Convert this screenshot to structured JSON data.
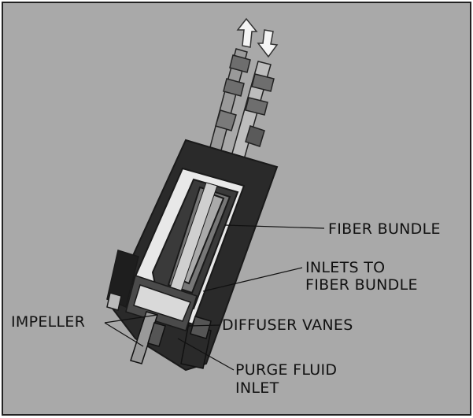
{
  "figure": {
    "background_color": "#a9a9a9",
    "frame_color": "#222222",
    "device_dark": "#2a2a2a",
    "device_light": "#e8e8e8",
    "arrow_outlet_icon": "arrow-up-outline",
    "arrow_inlet_icon": "arrow-down-outline"
  },
  "labels": {
    "fiber_bundle": "FIBER BUNDLE",
    "inlets_line1": "INLETS TO",
    "inlets_line2": "FIBER BUNDLE",
    "impeller": "IMPELLER",
    "diffuser_vanes": "DIFFUSER VANES",
    "purge_line1": "PURGE FLUID",
    "purge_line2": "INLET"
  }
}
